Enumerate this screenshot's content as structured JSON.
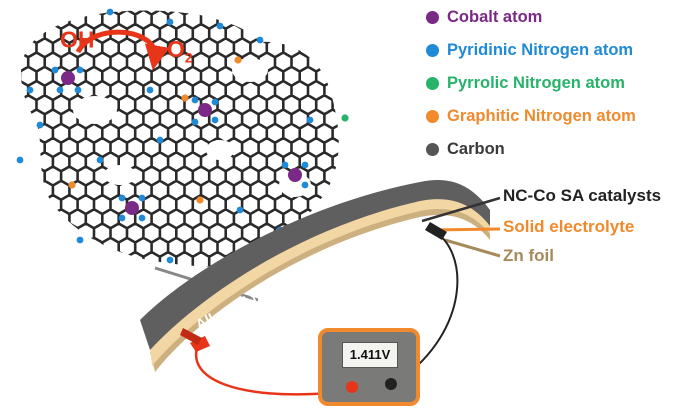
{
  "legend": [
    {
      "label": "Cobalt atom",
      "color": "#7a2a86"
    },
    {
      "label": "Pyridinic Nitrogen atom",
      "color": "#1f8ad6"
    },
    {
      "label": "Pyrrolic Nitrogen atom",
      "color": "#27b36a"
    },
    {
      "label": "Graphitic Nitrogen atom",
      "color": "#f08a2c"
    },
    {
      "label": "Carbon",
      "color": "#3a3a3a"
    }
  ],
  "layers": [
    {
      "label": "NC-Co SA catalysts",
      "color": "#222222"
    },
    {
      "label": "Solid electrolyte",
      "color": "#f08a2c"
    },
    {
      "label": "Zn foil",
      "color": "#a68a5c"
    }
  ],
  "battery_label": "All-solid flexible Zn-air batteries",
  "voltage_display": "1.411V",
  "reaction": {
    "reactant": "OH",
    "charge": "-",
    "product_base": "O",
    "product_subscript": "2"
  },
  "colors": {
    "lattice_bond": "#2a2a2a",
    "arrow": "#e8351a",
    "strip_top": "#5f5f5f",
    "strip_mid": "#f2d6a3",
    "strip_bottom": "#cdb080",
    "meter_border": "#f08a2c",
    "wire_red": "#e8351a"
  }
}
